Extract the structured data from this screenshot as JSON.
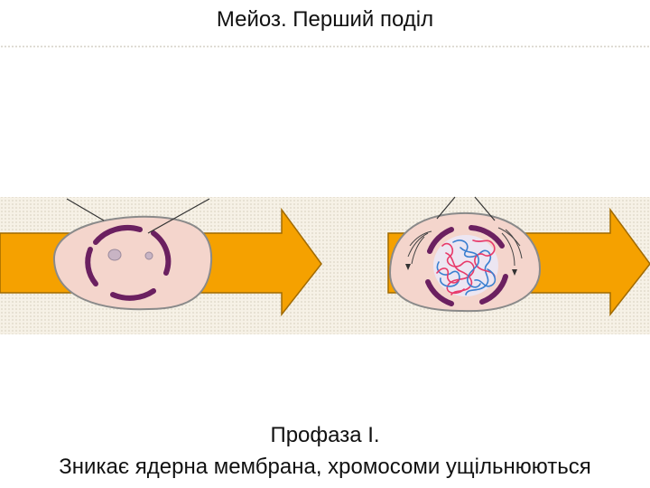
{
  "slide": {
    "title": "Мейоз. Перший поділ",
    "caption": {
      "line1": "Профаза I.",
      "line2": "Зникає ядерна мембрана, хромосоми ущільнюються"
    }
  },
  "colors": {
    "arrow": "#f5a100",
    "arrow_edge": "#a06a00",
    "cytoplasm": "#f4d5cc",
    "cell_outline": "#8a8a8a",
    "nuclear_membrane": "#6b2060",
    "chromosome_red": "#e83a6a",
    "chromosome_blue": "#3a7fd0",
    "background_band": "#f6f1e6"
  }
}
